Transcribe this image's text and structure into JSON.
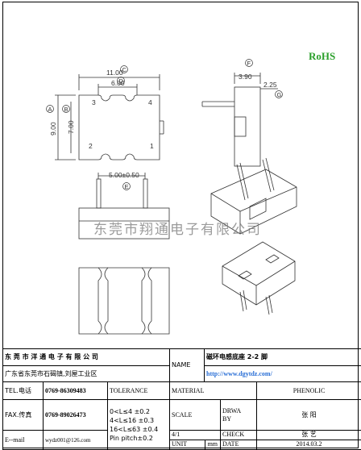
{
  "rohs": "RoHS",
  "watermark": "东莞市翔通电子有限公司",
  "dimensions": {
    "top_width": "11.00",
    "top_pin_pitch": "6.00",
    "height_outer": "9.00",
    "height_inner": "7.00",
    "side_width": "3.90",
    "side_small": "2.25",
    "front_pitch": "5.00±0.50"
  },
  "markers": {
    "A": "A",
    "B": "B",
    "C": "C",
    "D": "D",
    "E": "E",
    "F": "F",
    "G": "G"
  },
  "pin_numbers": {
    "p1": "1",
    "p2": "2",
    "p3": "3",
    "p4": "4"
  },
  "title_block": {
    "company": "东  莞  市  洋  通  电  子  有  限  公  司",
    "address": "广东省东莞市石碣镇,刘屋工业区",
    "name_label": "NAME",
    "product_name": "磁环电感底座  2-2  脚",
    "website": "http://www.dgytdz.com/",
    "tel_label": "TEL.电话",
    "tel_value": "0769-86309483",
    "fax_label": "FAX.传真",
    "fax_value": "0769-89026473",
    "email_label": "E--mail",
    "email_value": "wydz001@126.com",
    "tolerance_label": "TOLERANCE",
    "tol_1": "0<L≤4    ±0.2",
    "tol_2": "4<L≤16  ±0.3",
    "tol_3": "16<L≤63 ±0.4",
    "tol_4": "Pin pitch±0.2",
    "material_label": "MATERIAL",
    "material_value": "PHENOLIC",
    "scale_label": "SCALE",
    "scale_value": "4/1",
    "drawn_label": "DRWA",
    "drawn_by_label": "BY",
    "drawn_value": "张  阳",
    "check_label": "CHECK",
    "check_value": "张  艺",
    "unit_label": "UNIT",
    "unit_value": "mm",
    "date_label": "DATE",
    "date_value": "2014.03.2"
  }
}
